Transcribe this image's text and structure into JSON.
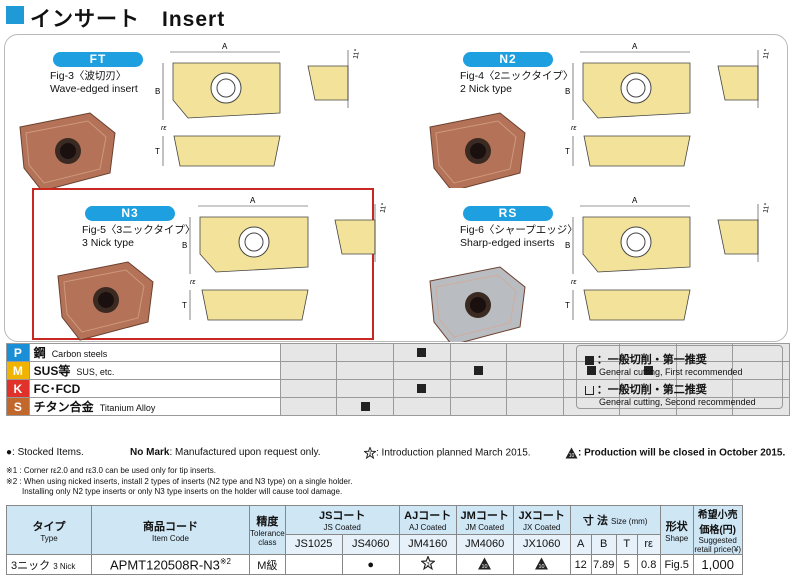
{
  "header": {
    "title": "インサート　Insert"
  },
  "figures": [
    {
      "code": "FT",
      "fig": "Fig-3〈波切刃〉",
      "desc": "Wave-edged insert",
      "color": "#b47358"
    },
    {
      "code": "N2",
      "fig": "Fig-4〈2ニックタイプ〉",
      "desc": "2 Nick type",
      "color": "#b47358"
    },
    {
      "code": "N3",
      "fig": "Fig-5〈3ニックタイプ〉",
      "desc": "3 Nick type",
      "color": "#b47358"
    },
    {
      "code": "RS",
      "fig": "Fig-6〈シャープエッジ〉",
      "desc": "Sharp-edged inserts",
      "color": "#b9bcc0"
    }
  ],
  "dims": {
    "a": "A",
    "b": "B",
    "t": "T",
    "re": "rε",
    "angle": "11°"
  },
  "materials": [
    {
      "letter": "P",
      "jp": "鋼",
      "en": "Carbon steels",
      "color": "#1a8fd8",
      "marks": [
        "",
        "",
        "filled",
        "",
        "",
        "",
        "",
        "",
        ""
      ]
    },
    {
      "letter": "M",
      "jp": "SUS等",
      "en": "SUS, etc.",
      "color": "#f0b400",
      "marks": [
        "",
        "",
        "",
        "filled",
        "",
        "filled",
        "filled",
        "",
        ""
      ]
    },
    {
      "letter": "K",
      "jp": "FC･FCD",
      "en": "",
      "color": "#e0312a",
      "marks": [
        "",
        "",
        "filled",
        "",
        "",
        "",
        "",
        "",
        ""
      ]
    },
    {
      "letter": "S",
      "jp": "チタン合金",
      "en": "Titanium Alloy",
      "color": "#c2682d",
      "marks": [
        "",
        "filled",
        "",
        "",
        "",
        "",
        "",
        "",
        ""
      ]
    }
  ],
  "legend": {
    "first": {
      "jp": "：一般切削・第一推奨",
      "en": "General cutting, First recommended"
    },
    "second": {
      "jp": "：一般切削・第二推奨",
      "en": "General cutting, Second recommended"
    }
  },
  "notes": {
    "stocked": ": Stocked Items.",
    "nomark_label": "No Mark",
    "nomark": ": Manufactured upon request only.",
    "intro": ": Introduction planned March 2015.",
    "close": ": Production will be closed in October 2015.",
    "n1": "※1 : Corner rε2.0 and rε3.0 can be used only for tip inserts.",
    "n2a": "※2 : When using nicked inserts, install 2 types of inserts (N2 type and N3 type) on a single holder.",
    "n2b": "Installing only N2 type inserts or only N3 type inserts on the holder will cause tool damage."
  },
  "table": {
    "h_type": "タイプ",
    "h_type_en": "Type",
    "h_item": "商品コード",
    "h_item_en": "Item Code",
    "h_tol": "精度",
    "h_tol_en": "Tolerance class",
    "h_js": "JSコート",
    "h_js_en": "JS Coated",
    "h_aj": "AJコート",
    "h_aj_en": "AJ Coated",
    "h_jm": "JMコート",
    "h_jm_en": "JM Coated",
    "h_jx": "JXコート",
    "h_jx_en": "JX Coated",
    "h_size": "寸 法",
    "h_size_en": "Size (mm)",
    "h_shape": "形状",
    "h_shape_en": "Shape",
    "h_price": "希望小売価格(円)",
    "h_price_en": "Suggested retail price(¥)",
    "grades": [
      "JS1025",
      "JS4060",
      "JM4160",
      "JM4060",
      "JX1060"
    ],
    "dimcols": [
      "A",
      "B",
      "T",
      "rε"
    ],
    "row": {
      "type": "3ニック",
      "type_en": "3 Nick",
      "code": "APMT120508R-N3",
      "code_sup": "※2",
      "tol": "M級",
      "marks": [
        "",
        "●",
        "3",
        "10",
        "10"
      ],
      "A": "12",
      "B": "7.89",
      "T": "5",
      "re": "0.8",
      "shape": "Fig.5",
      "price": "1,000"
    }
  }
}
